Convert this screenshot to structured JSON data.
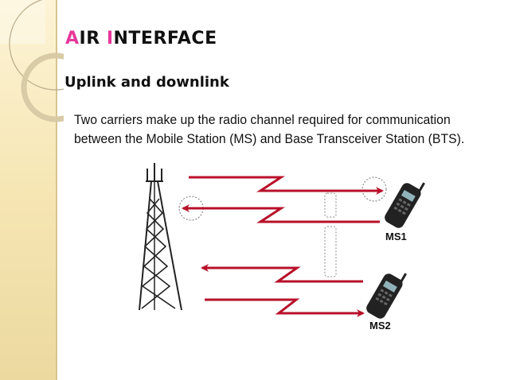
{
  "slide": {
    "title_parts": [
      {
        "text": "A",
        "accent": true
      },
      {
        "text": "IR ",
        "accent": false
      },
      {
        "text": "I",
        "accent": true
      },
      {
        "text": "NTERFACE",
        "accent": false
      }
    ],
    "subtitle": "Uplink and downlink",
    "body_lines": [
      "Two carriers make up the radio channel required for communication",
      "between the Mobile Station (MS) and Base Transceiver Station (BTS)."
    ]
  },
  "diagram": {
    "ms1_label": "MS1",
    "ms2_label": "MS2"
  },
  "colors": {
    "accent": "#e6389a",
    "link": "#b8102a",
    "band": "#f6e6b4"
  }
}
